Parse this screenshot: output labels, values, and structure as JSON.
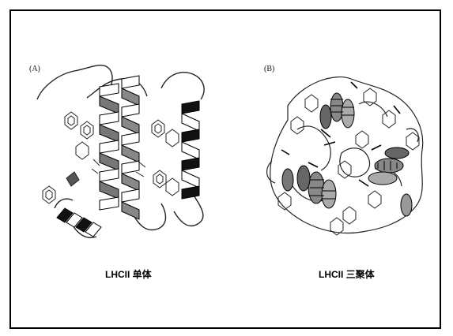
{
  "figure": {
    "panel_a": {
      "label": "(A)",
      "caption": "LHCII 单体"
    },
    "panel_b": {
      "label": "(B)",
      "caption": "LHCII 三聚体"
    }
  }
}
